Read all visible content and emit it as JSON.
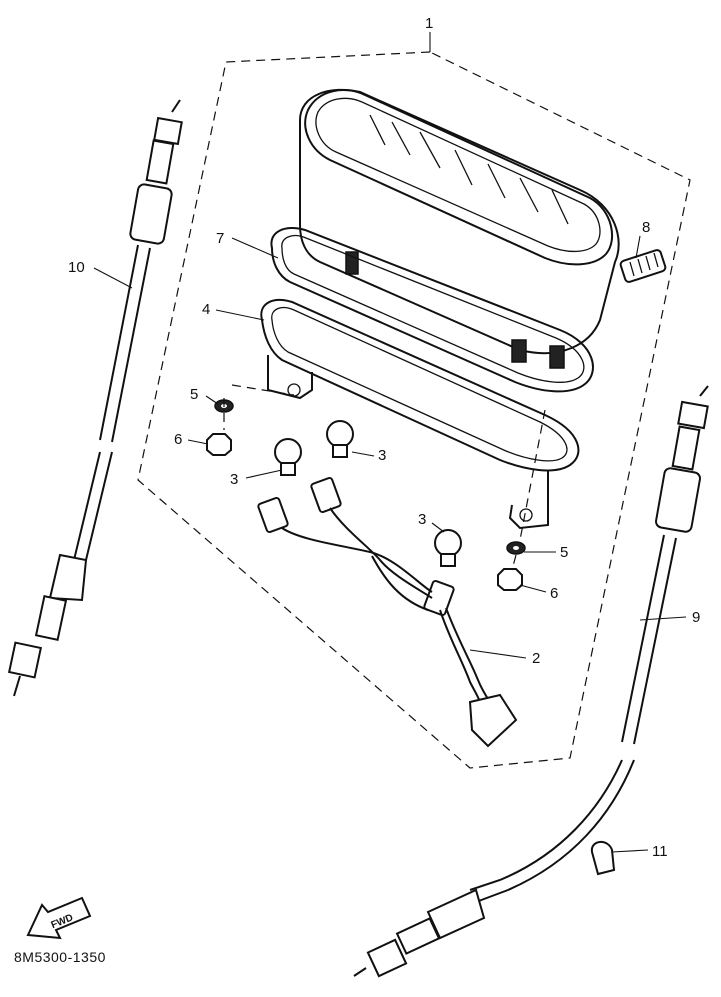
{
  "diagram": {
    "callouts": [
      {
        "id": "1",
        "text": "1"
      },
      {
        "id": "2",
        "text": "2"
      },
      {
        "id": "3a",
        "text": "3"
      },
      {
        "id": "3b",
        "text": "3"
      },
      {
        "id": "3c",
        "text": "3"
      },
      {
        "id": "4",
        "text": "4"
      },
      {
        "id": "5a",
        "text": "5"
      },
      {
        "id": "5b",
        "text": "5"
      },
      {
        "id": "6a",
        "text": "6"
      },
      {
        "id": "6b",
        "text": "6"
      },
      {
        "id": "7",
        "text": "7"
      },
      {
        "id": "8",
        "text": "8"
      },
      {
        "id": "9",
        "text": "9"
      },
      {
        "id": "10",
        "text": "10"
      },
      {
        "id": "11",
        "text": "11"
      }
    ],
    "fwd_label": "FWD",
    "figure_code": "8M5300-1350"
  }
}
